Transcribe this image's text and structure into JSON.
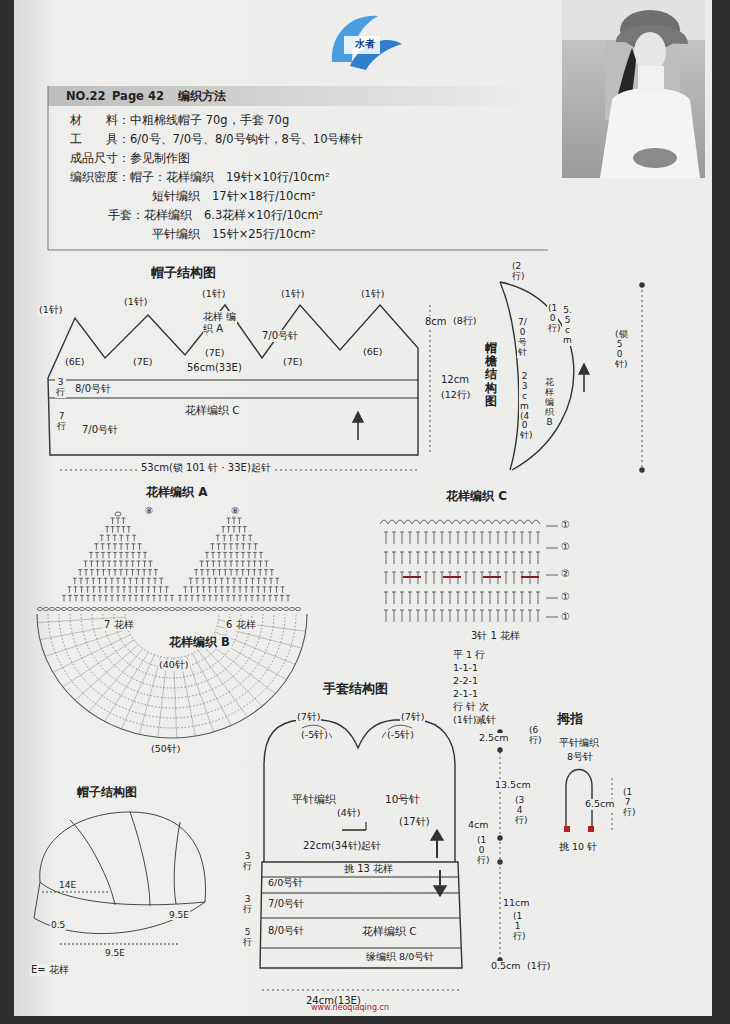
{
  "diagram": {
    "nodes": [
      {
        "text": [
          "NO.22",
          "Page 42",
          "编织方法",
          "材　　料：中粗棉线帽子 70g，手套 70g",
          "工　　具：6/0号、7/0号、8/0号钩针，8号、10号棒针",
          "成品尺寸：参见制作图",
          "编织密度：帽子：花样编织　19针×10行/10cm²",
          "短针编织　17针×18行/10cm²",
          "手套：花样编织　6.3花样×10行/10cm²",
          "平针编织　15针×25行/10cm²"
        ]
      },
      {
        "text": [
          "花样 编织 A",
          "7/0号针",
          "8/0号针",
          "花样编织 C",
          "7/0号针"
        ]
      },
      {
        "text": [
          "花样编织B"
        ]
      },
      {
        "text": [
          "平针编织",
          "10号针",
          "挑 13 花样",
          "6/0号针",
          "7/0号针",
          "8/0号针",
          "花样编织 C",
          "缘编织 8/0号针"
        ]
      }
    ],
    "labels": [
      "水者",
      "帽子结构图",
      "(1针)",
      "(1针)",
      "(1针)",
      "(1针)",
      "(1针)",
      "(6E)",
      "(7E)",
      "(7E)",
      "(7E)",
      "(6E)",
      "56cm(33E)",
      "3行",
      "7行",
      "8cm",
      "(8行)",
      "12cm",
      "(12行)",
      "53cm(锁 101 针 · 33E)起针",
      "(2行)",
      "7/0号针",
      "23cm(40针)",
      "(10行)",
      "5.5cm",
      "帽檐结构图",
      "(锁50针)",
      "花样编织 A",
      "花样编织 C",
      "⑧",
      "⑧",
      "7 花样",
      "6 花样",
      "花样编织 B",
      "(40针)",
      "(50针)",
      "①",
      "①",
      "②",
      "①",
      "①",
      "3针 1 花样",
      "手套结构图",
      "平 1 行",
      "1-1-1",
      "2-2-1",
      "2-1-1",
      "行 针 次",
      "(1针)减针",
      "(7针)",
      "(7针)",
      "(-5针)",
      "(-5针)",
      "(4针)",
      "(17针)",
      "22cm(34针)起针",
      "3行",
      "3行",
      "5行",
      "2.5cm",
      "(6行)",
      "13.5cm",
      "(34行)",
      "4cm",
      "(10行)",
      "11cm",
      "(11行)",
      "0.5cm",
      "(1行)",
      "24cm(13E)",
      "拇指",
      "平针编织",
      "8号针",
      "6.5cm",
      "(17行)",
      "挑 10 针",
      "帽子结构图",
      "14E",
      "0.5",
      "9.5E",
      "9.5E",
      "E= 花样",
      "www.neoqiaqing.cn"
    ]
  }
}
